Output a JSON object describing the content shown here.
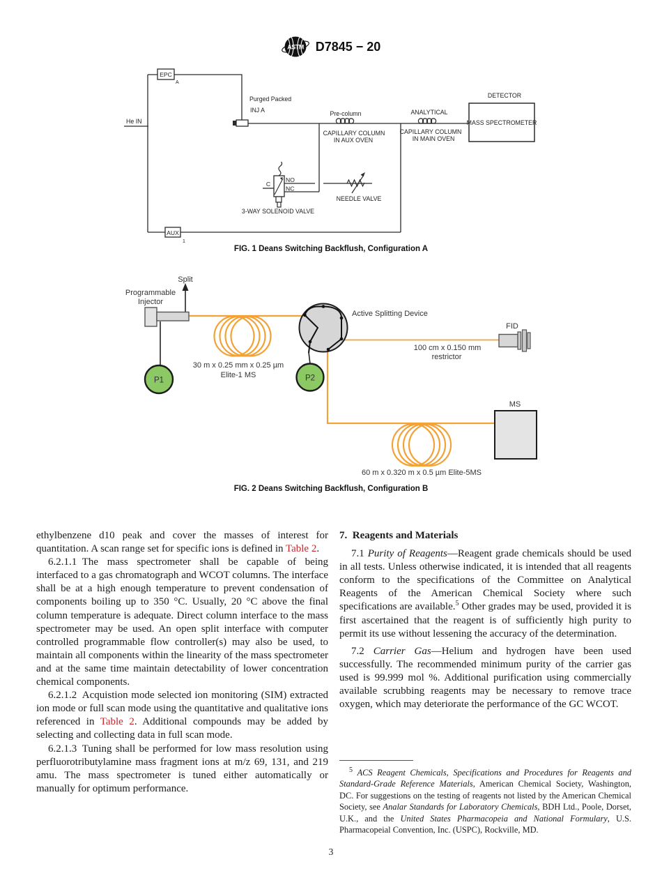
{
  "header": {
    "designation": "D7845 − 20"
  },
  "fig1": {
    "caption": "FIG. 1 Deans Switching Backflush, Configuration A",
    "labels": {
      "he_in": "He IN",
      "epc": "EPC",
      "epc_sub": "A",
      "purged_packed": "Purged Packed",
      "inj_a": "INJ A",
      "pre_column": "Pre-column",
      "cap_aux_1": "CAPILLARY COLUMN",
      "cap_aux_2": "IN AUX OVEN",
      "analytical": "ANALYTICAL",
      "cap_main_1": "CAPILLARY COLUMN",
      "cap_main_2": "IN MAIN OVEN",
      "detector": "DETECTOR",
      "mass_spec": "MASS SPECTROMETER",
      "c_port": "C",
      "no_port": "NO",
      "nc_port": "NC",
      "needle_valve": "NEEDLE VALVE",
      "solenoid": "3-WAY SOLENOID VALVE",
      "aux": "AUX",
      "aux_sub": "1"
    }
  },
  "fig2": {
    "caption": "FIG. 2 Deans Switching Backflush, Configuration B",
    "labels": {
      "split": "Split",
      "programmable": "Programmable",
      "injector": "Injector",
      "p1": "P1",
      "p2": "P2",
      "column1_dims": "30 m x 0.25 mm x 0.25 µm",
      "column1_name": "Elite-1 MS",
      "asd": "Active Splitting Device",
      "fid": "FID",
      "restrictor_dims": "100 cm x 0.150 mm",
      "restrictor": "restrictor",
      "ms": "MS",
      "column2": "60 m x 0.320 m x 0.5 µm Elite-5MS"
    }
  },
  "left_column": {
    "intro_pre": "ethylbenzene d10 peak and cover the masses of interest for quantitation. A scan range set for specific ions is defined in ",
    "intro_link": "Table 2",
    "intro_post": ".",
    "p6211": "6.2.1.1 The mass spectrometer shall be capable of being interfaced to a gas chromatograph and WCOT columns. The interface shall be at a high enough temperature to prevent condensation of components boiling up to 350 °C. Usually, 20 °C above the final column temperature is adequate. Direct column interface to the mass spectrometer may be used. An open split interface with computer controlled programmable flow controller(s) may also be used, to maintain all components within the linearity of the mass spectrometer and at the same time maintain detectability of lower concentration chemical components.",
    "p6212_pre": "6.2.1.2 Acquistion mode selected ion monitoring (SIM) extracted ion mode or full scan mode using the quantitative and qualitative ions referenced in ",
    "p6212_link": "Table 2",
    "p6212_post": ". Additional compounds may be added by selecting and collecting data in full scan mode.",
    "p6213": "6.2.1.3 Tuning shall be performed for low mass resolution using perfluorotributylamine mass fragment ions at m/z 69, 131, and 219 amu. The mass spectrometer is tuned either automatically or manually for optimum performance."
  },
  "right_column": {
    "heading": "7. Reagents and Materials",
    "p71_num": "7.1 ",
    "p71_italic": "Purity of Reagents",
    "p71_mid": "—Reagent grade chemicals should be used in all tests. Unless otherwise indicated, it is intended that all reagents conform to the specifications of the Committee on Analytical Reagents of the American Chemical Society where such specifications are available.",
    "p71_sup": "5",
    "p71_post": " Other grades may be used, provided it is first ascertained that the reagent is of sufficiently high purity to permit its use without lessening the accuracy of the determination.",
    "p72_num": "7.2 ",
    "p72_italic": "Carrier Gas",
    "p72_post": "—Helium and hydrogen have been used successfully. The recommended minimum purity of the carrier gas used is 99.999 mol %. Additional purification using commercially available scrubbing reagents may be necessary to remove trace oxygen, which may deteriorate the performance of the GC WCOT."
  },
  "footnote": {
    "sup": "5",
    "italic1": "ACS Reagent Chemicals, Specifications and Procedures for Reagents and Standard-Grade Reference Materials",
    "text1": ", American Chemical Society, Washington, DC. For suggestions on the testing of reagents not listed by the American Chemical Society, see ",
    "italic2": "Analar Standards for Laboratory Chemicals",
    "text2": ", BDH Ltd., Poole, Dorset, U.K., and the ",
    "italic3": "United States Pharmacopeia and National Formulary",
    "text3": ", U.S. Pharmacopeial Convention, Inc. (USPC), Rockville, MD."
  },
  "page_number": "3",
  "colors": {
    "accent_red": "#c1272d",
    "diagram_orange": "#f2a237",
    "device_green": "#8cc863",
    "line_dark": "#2b2b2b"
  }
}
